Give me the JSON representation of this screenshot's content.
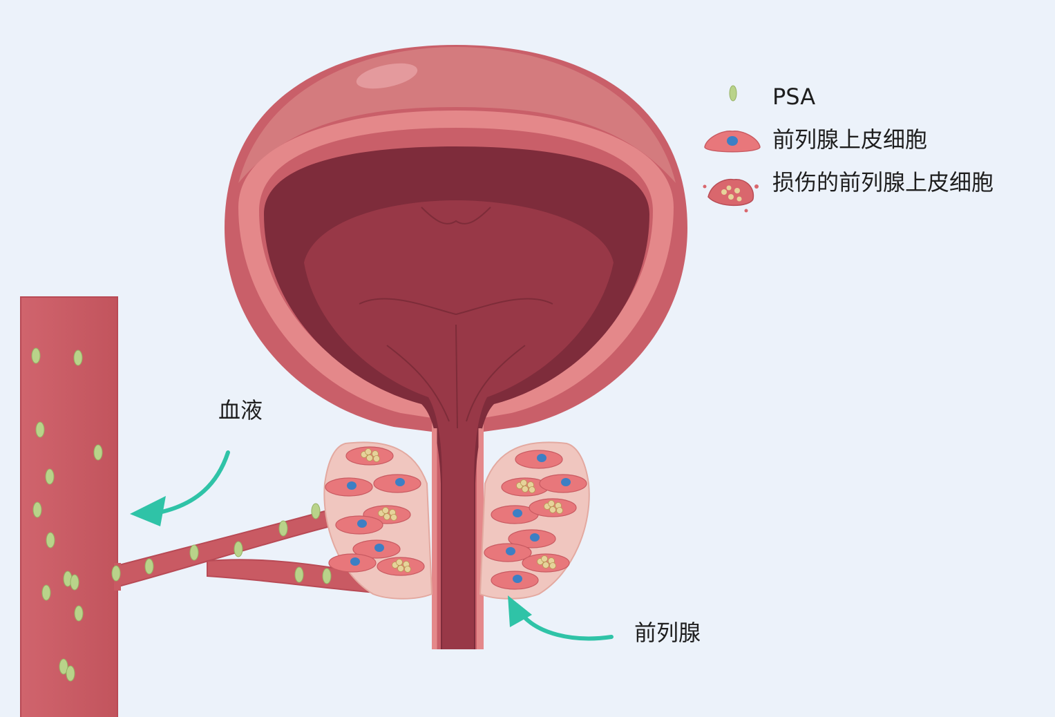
{
  "labels": {
    "blood": "血液",
    "prostate": "前列腺"
  },
  "legend": [
    {
      "icon": "psa-dot-icon",
      "text": "PSA"
    },
    {
      "icon": "epithelial-cell-icon",
      "text": "前列腺上皮细胞"
    },
    {
      "icon": "damaged-cell-icon",
      "text": "损伤的前列腺上皮细胞"
    }
  ],
  "colors": {
    "background": "#ecf2fa",
    "bladder_wall": "#c9606a",
    "bladder_inner": "#8f3240",
    "vessel": "#c95a63",
    "psa": "#b9d38a",
    "arrow": "#2fc3a7",
    "cell": "#e8777b",
    "nucleus": "#3d7fc4"
  }
}
